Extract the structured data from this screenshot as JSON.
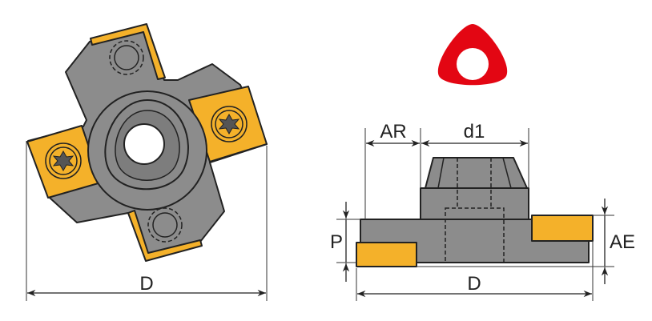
{
  "top_view": {
    "dimension_label": "D"
  },
  "side_view": {
    "labels": {
      "ar": "AR",
      "d1": "d1",
      "p": "P",
      "ae": "AE",
      "d": "D"
    }
  },
  "colors": {
    "body": "#8c8c8c",
    "insert": "#f4b12a",
    "logo": "#e30613",
    "outline": "#222222"
  },
  "logo": {
    "icon": "reuleaux-triangle-ring-icon"
  }
}
